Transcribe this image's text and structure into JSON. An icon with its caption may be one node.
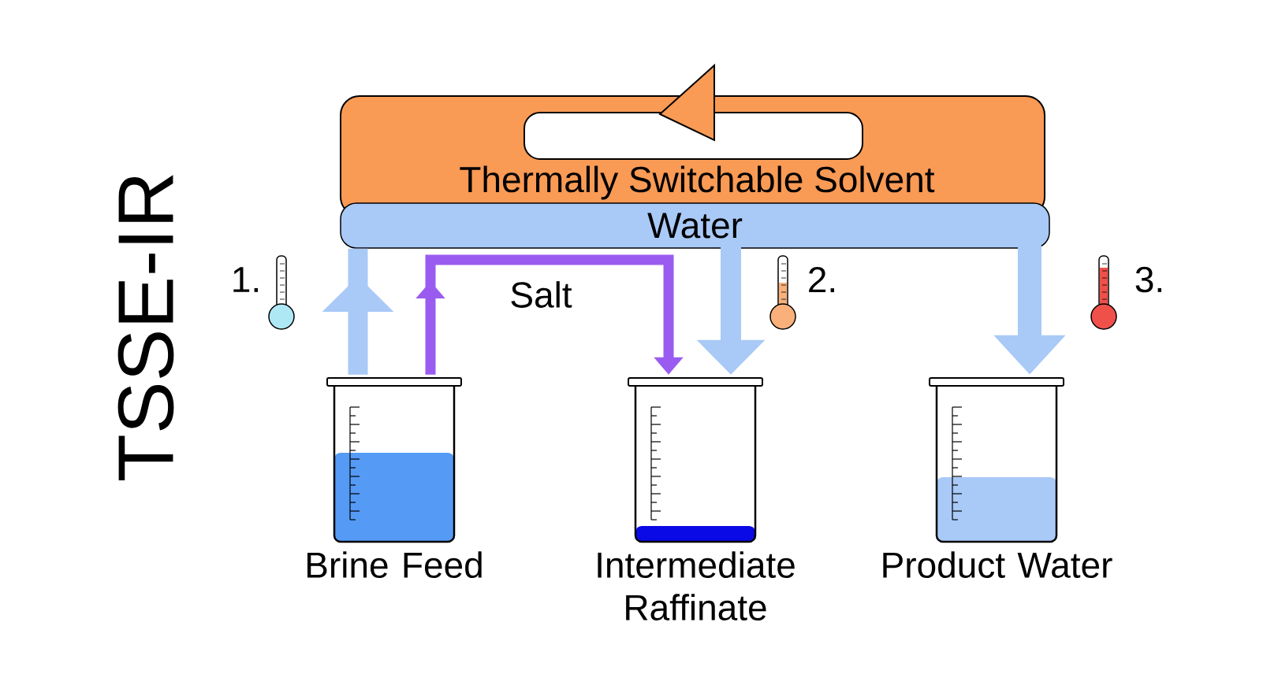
{
  "diagram": {
    "title": "TSSE-IR",
    "nodes": [
      {
        "text": [
          "Thermally Switchable Solvent"
        ]
      },
      {
        "text": [
          "Water"
        ]
      },
      {
        "text": [],
        "shape": "picture",
        "beside": [
          "Brine Feed"
        ]
      },
      {
        "text": [],
        "shape": "picture",
        "beside": [
          "Intermediate Raffinate"
        ]
      },
      {
        "text": [],
        "shape": "picture",
        "beside": [
          "Product Water"
        ]
      }
    ],
    "edges": [
      {
        "from": 2,
        "to": 1,
        "arrow": "to"
      },
      {
        "from": 1,
        "to": 3,
        "arrow": "to"
      },
      {
        "from": 1,
        "to": 4,
        "arrow": "to"
      },
      {
        "from": 2,
        "to": 3,
        "arrow": "to",
        "label": "Salt",
        "color": "#9a5cf0"
      }
    ],
    "labels": [
      "1.",
      "2.",
      "3."
    ]
  }
}
